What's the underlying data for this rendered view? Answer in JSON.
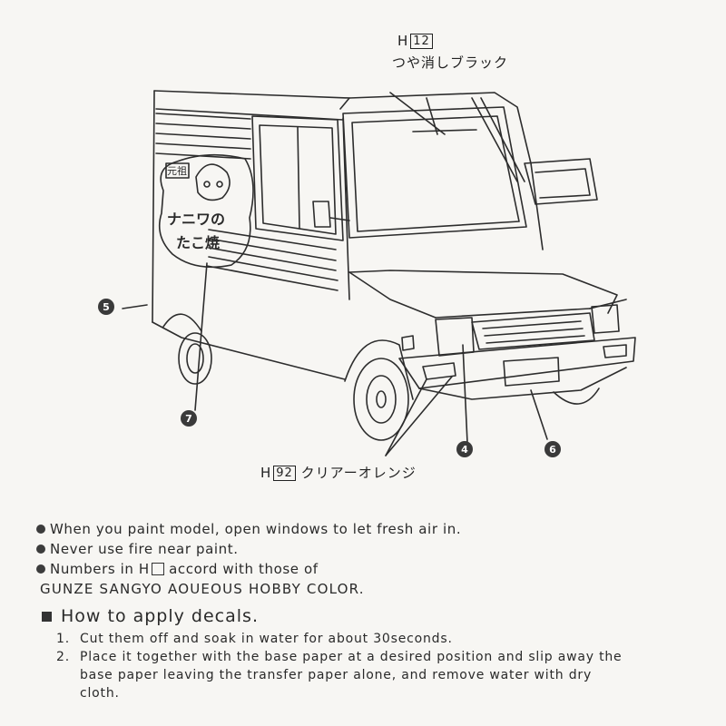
{
  "paint_labels": {
    "top": {
      "code": "12",
      "name": "つや消しブラック"
    },
    "bottom": {
      "code": "92",
      "name": "クリアーオレンジ"
    },
    "prefix": "H"
  },
  "decal_text": {
    "top_tag": "元祖",
    "line1": "ナニワの",
    "line2": "たこ焼"
  },
  "callouts": [
    "5",
    "7",
    "4",
    "6"
  ],
  "notes": [
    "When you paint model, open windows to let fresh air in.",
    "Never use fire near paint.",
    "Numbers in H",
    "accord with those of",
    "GUNZE SANGYO AOUEOUS HOBBY COLOR."
  ],
  "decals": {
    "heading": "How to apply decals.",
    "steps": [
      {
        "num": "1.",
        "text": "Cut them off and soak in water for about 30seconds."
      },
      {
        "num": "2.",
        "text": "Place it together with the base paper at a desired position and slip away the base paper leaving the transfer paper alone, and remove water with dry cloth."
      }
    ]
  }
}
